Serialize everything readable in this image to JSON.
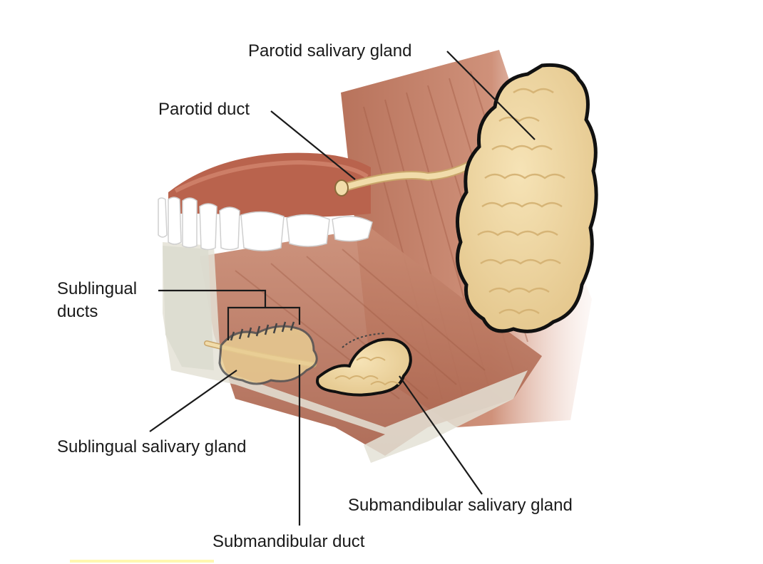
{
  "labels": {
    "parotid_salivary_gland": "Parotid salivary gland",
    "parotid_duct": "Parotid duct",
    "sublingual_ducts_line1": "Sublingual",
    "sublingual_ducts_line2": "ducts",
    "sublingual_salivary_gland": "Sublingual salivary gland",
    "submandibular_salivary_gland": "Submandibular salivary gland",
    "submandibular_duct": "Submandibular duct"
  },
  "colors": {
    "muscle": "#b5705a",
    "muscle_light": "#d49a86",
    "gland": "#f0d9a4",
    "gland_shadow": "#d9b87a",
    "bone": "#e6e4d8",
    "teeth": "#ffffff",
    "gum": "#b9634d",
    "leader": "#1a1a1a"
  }
}
